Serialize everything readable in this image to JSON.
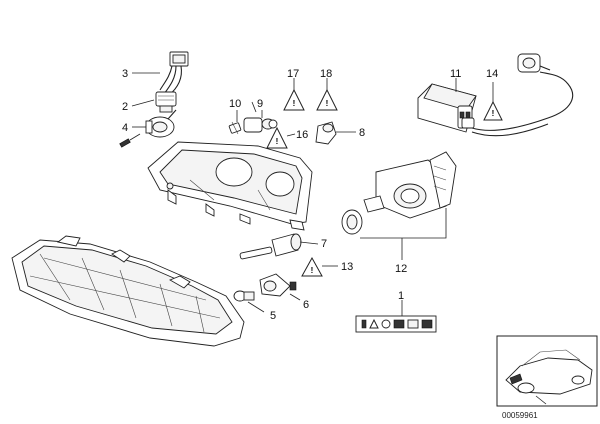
{
  "callouts": [
    {
      "id": "c1",
      "label": "1"
    },
    {
      "id": "c2",
      "label": "2"
    },
    {
      "id": "c3",
      "label": "3"
    },
    {
      "id": "c4",
      "label": "4"
    },
    {
      "id": "c5",
      "label": "5"
    },
    {
      "id": "c6",
      "label": "6"
    },
    {
      "id": "c7",
      "label": "7"
    },
    {
      "id": "c8",
      "label": "8"
    },
    {
      "id": "c9",
      "label": "9"
    },
    {
      "id": "c10",
      "label": "10"
    },
    {
      "id": "c11",
      "label": "11"
    },
    {
      "id": "c12",
      "label": "12"
    },
    {
      "id": "c13",
      "label": "13"
    },
    {
      "id": "c14",
      "label": "14"
    },
    {
      "id": "c16",
      "label": "16"
    },
    {
      "id": "c17",
      "label": "17"
    },
    {
      "id": "c18",
      "label": "18"
    }
  ],
  "diagram_code": "00059961",
  "icons": {
    "warning": "warning-triangle-icon",
    "label_sheet": "label-sheet-icon",
    "car_thumbnail": "car-thumbnail-icon"
  }
}
